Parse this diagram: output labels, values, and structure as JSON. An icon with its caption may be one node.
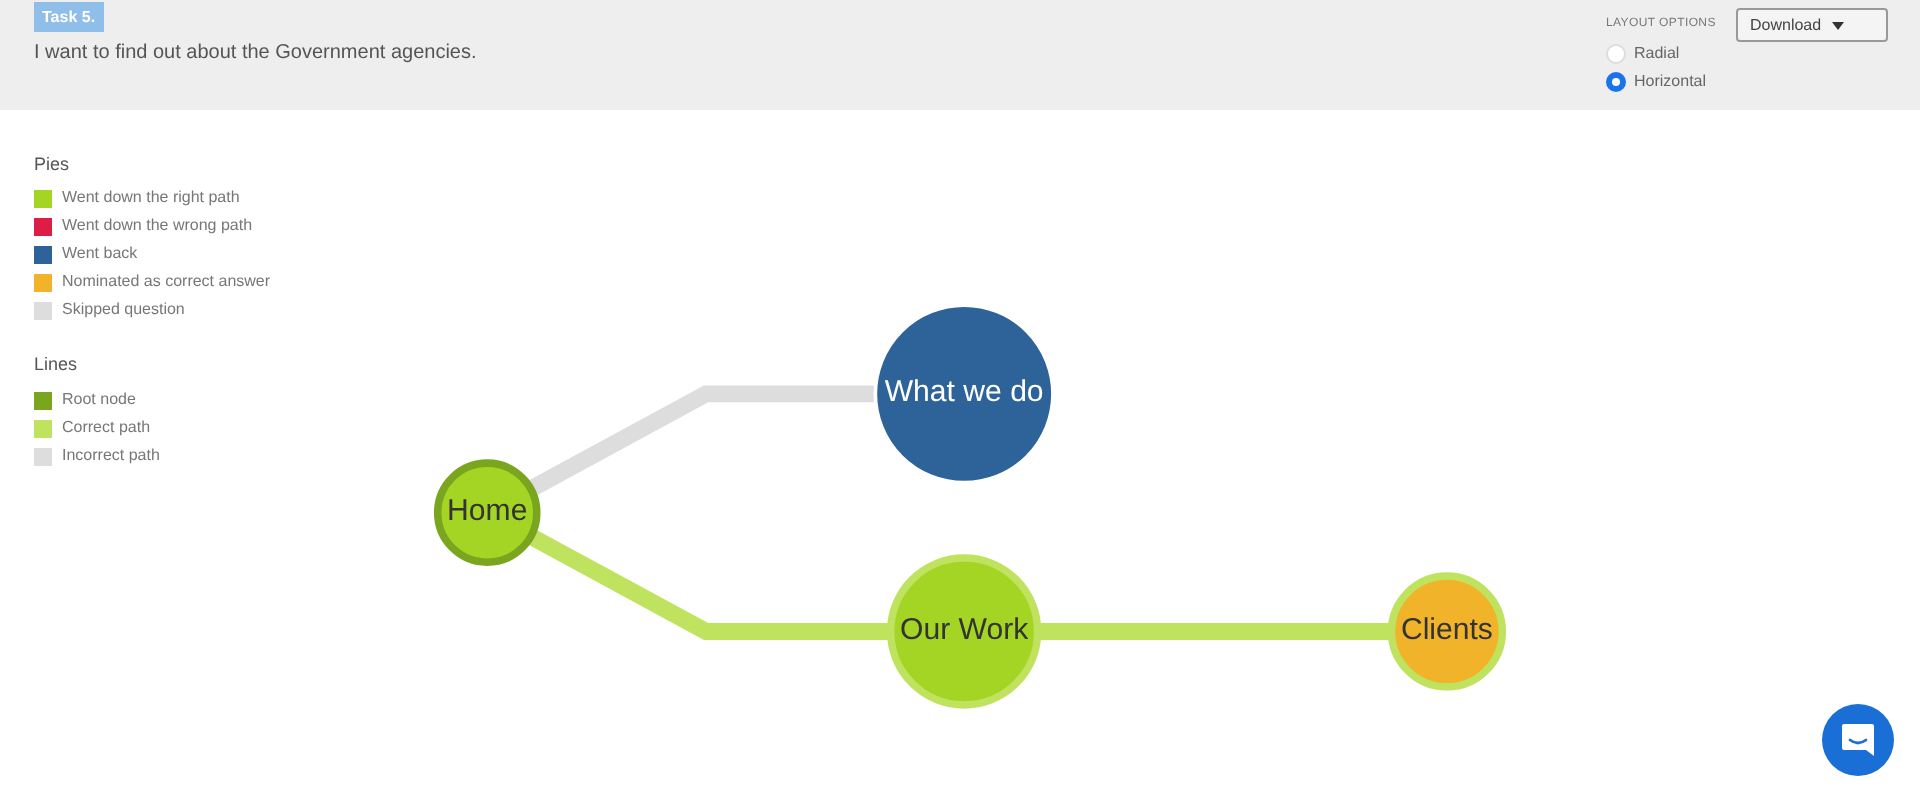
{
  "diagram": {
    "nodes": [
      {
        "text": [
          "Home"
        ]
      },
      {
        "text": [
          "What we do"
        ]
      },
      {
        "text": [
          "Our Work"
        ]
      },
      {
        "text": [
          "Clients"
        ]
      }
    ],
    "edges": [
      {
        "from": 0,
        "to": 1,
        "arrow": "none",
        "color": "#dddddd"
      },
      {
        "from": 0,
        "to": 2,
        "arrow": "none"
      },
      {
        "from": 2,
        "to": 3,
        "arrow": "none"
      }
    ],
    "labels": [
      "Task 5.",
      "I want to find out about the Government agencies.",
      "LAYOUT OPTIONS",
      "Radial",
      "Horizontal",
      "Download",
      "Pies",
      "Lines"
    ],
    "legend": [
      {
        "text": "Went down the right path",
        "color": "#a4d424"
      },
      {
        "text": "Went down the wrong path",
        "color": "#dc1e46"
      },
      {
        "text": "Went back",
        "color": "#2e6399"
      },
      {
        "text": "Nominated as correct answer",
        "color": "#f0b32a"
      },
      {
        "text": "Skipped question",
        "color": "#dddddd"
      },
      {
        "text": "Root node",
        "color": "#7aa51f"
      },
      {
        "text": "Correct path",
        "color": "#bfe35e"
      },
      {
        "text": "Incorrect path",
        "color": "#dddddd"
      }
    ]
  }
}
